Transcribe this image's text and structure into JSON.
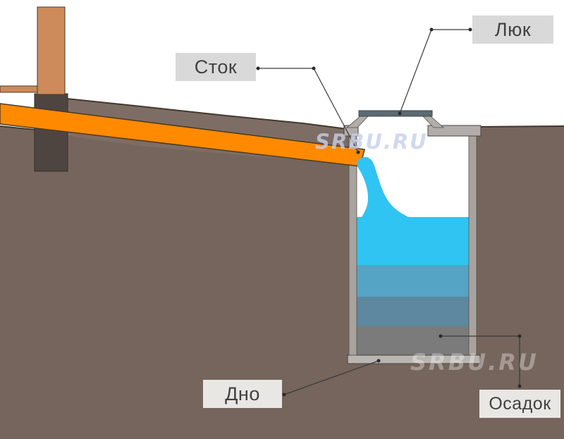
{
  "labels": {
    "drain": "Сток",
    "hatch": "Люк",
    "bottom": "Дно",
    "sediment": "Осадок"
  },
  "watermarks": {
    "top": "SRBU.RU",
    "bottom": "SRBU.RU"
  },
  "colors": {
    "sky": "#ffffff",
    "soil": "#75655c",
    "topsoil": "#7d6d64",
    "surface_line": "#43392f",
    "foundation": "#4e4540",
    "house_wall": "#cd8a5a",
    "house_floor": "#cd8a5a",
    "pipe": "#ff8a00",
    "pit_interior": "#ffffff",
    "pit_wall": "#a8a39e",
    "pit_bottom_slab": "#b9b5b0",
    "pit_top_slab": "#b2adaa",
    "hatch_lid": "#5c6b72",
    "water_fresh": "#2fc4f2",
    "water_mid": "#55a4c6",
    "water_deep": "#5e87a0",
    "sediment_fill": "#7b7b7b",
    "label_bg": "#d9d9d9",
    "label_bg_alt": "#e9e7e4",
    "label_text": "#414141",
    "leader_line": "#3a3a3a"
  }
}
